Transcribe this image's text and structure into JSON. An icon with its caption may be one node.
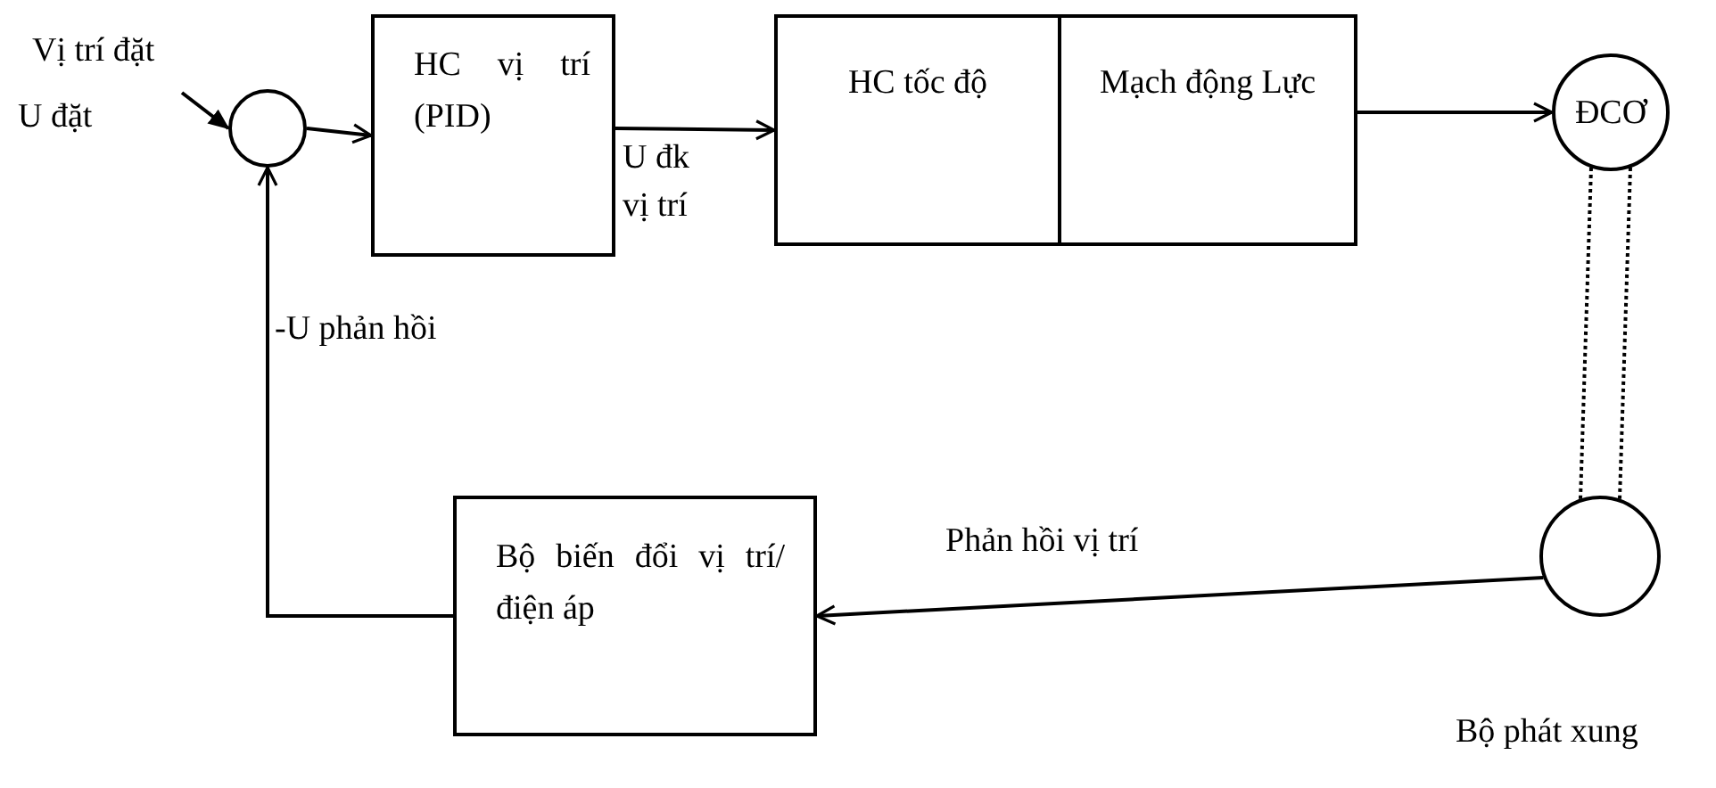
{
  "diagram": {
    "nodes": [
      {
        "text": [
          "Vị trí đặt",
          "U đặt"
        ]
      },
      {
        "text": [],
        "shape": "circle"
      },
      {
        "text": [
          "HC vị trí (PID)"
        ]
      },
      {
        "text": [
          "HC tốc độ"
        ]
      },
      {
        "text": [
          "Mạch động Lực"
        ]
      },
      {
        "text": [
          "ĐCƠ"
        ]
      },
      {
        "text": [],
        "shape": "circle",
        "beside": [
          "Bộ phát xung"
        ]
      },
      {
        "text": [
          "Bộ biến đổi vị trí/ điện áp"
        ]
      }
    ],
    "edges": [
      {
        "from": 0,
        "to": 1,
        "arrow": "to"
      },
      {
        "from": 1,
        "to": 2,
        "arrow": "to"
      },
      {
        "from": 2,
        "to": 3,
        "arrow": "to",
        "label": "U đk vị trí"
      },
      {
        "from": 4,
        "to": 5,
        "arrow": "to"
      },
      {
        "from": 5,
        "to": 6,
        "arrow": "none",
        "style": "dashed"
      },
      {
        "from": 6,
        "to": 7,
        "arrow": "to",
        "label": "Phản hồi vị trí"
      },
      {
        "from": 7,
        "to": 1,
        "arrow": "to",
        "label": "-U phản hồi"
      }
    ]
  }
}
